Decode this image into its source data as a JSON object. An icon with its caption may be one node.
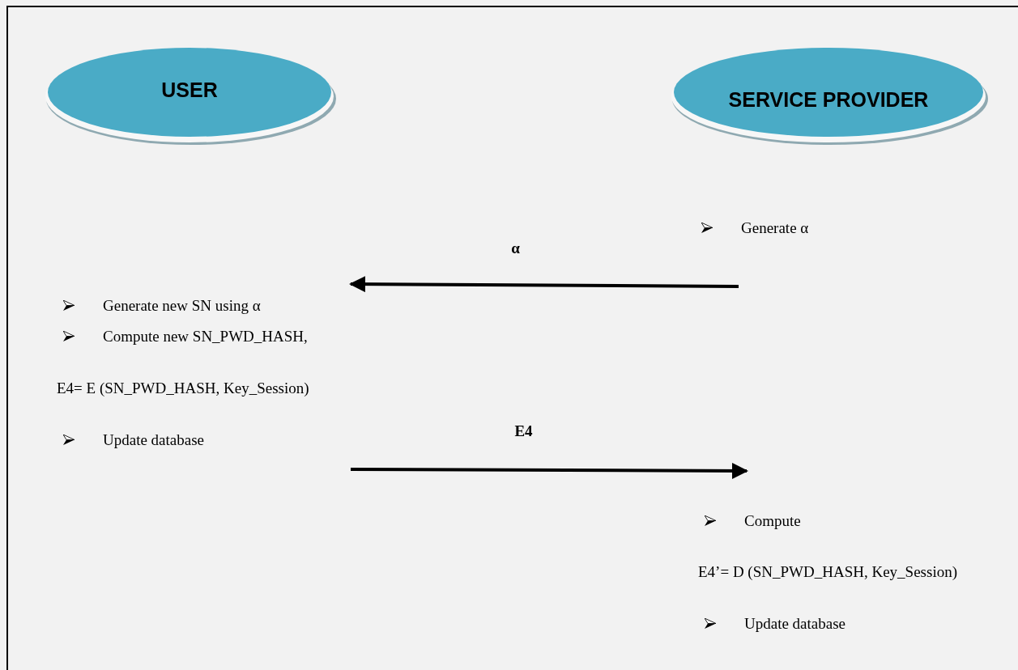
{
  "diagram": {
    "nodes": [
      {
        "text": [
          "USER"
        ]
      },
      {
        "text": [
          "SERVICE PROVIDER"
        ]
      },
      {
        "text": [
          "Generate α"
        ]
      },
      {
        "text": [
          "Generate new SN using α",
          "Compute new SN_PWD_HASH,",
          "E4= E (SN_PWD_HASH, Key_Session)",
          "Update database"
        ]
      },
      {
        "text": [
          "Compute",
          "E4’= D (SN_PWD_HASH, Key_Session)",
          "Update database"
        ]
      }
    ],
    "edges": [
      {
        "from": 2,
        "to": 3,
        "arrow": "to",
        "label": "α"
      },
      {
        "from": 3,
        "to": 4,
        "arrow": "to",
        "label": "E4"
      }
    ]
  }
}
